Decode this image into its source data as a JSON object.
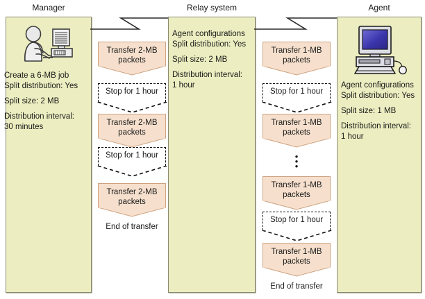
{
  "diagram": {
    "title": "Split distribution flow between Manager, Relay system and Agent",
    "colors": {
      "role_fill": "#ecedc0",
      "role_border": "#8a8a72",
      "step_fill": "#f6e0cd",
      "step_border": "#cda382",
      "stop_border": "#111111",
      "text": "#1a1a1a",
      "monitor_screen": "#3b35ab"
    }
  },
  "columns": {
    "manager": {
      "title": "Manager",
      "icon": "person-at-computer-icon",
      "lines": [
        "Create a 6-MB job",
        "Split distribution: Yes",
        "Split size: 2 MB",
        "Distribution interval:",
        "30 minutes"
      ]
    },
    "relay": {
      "title": "Relay system",
      "lines": [
        "Agent configurations",
        "Split distribution: Yes",
        "Split size: 2 MB",
        "Distribution interval:",
        "1 hour"
      ]
    },
    "agent": {
      "title": "Agent",
      "icon": "desktop-computer-icon",
      "lines": [
        "Agent configurations",
        "Split distribution: Yes",
        "Split size: 1 MB",
        "Distribution interval:",
        "1 hour"
      ]
    }
  },
  "lane_manager_to_relay": {
    "end_label": "End of transfer",
    "steps": [
      {
        "type": "transfer",
        "line1": "Transfer 2-MB",
        "line2": "packets"
      },
      {
        "type": "stop",
        "line1": "Stop for 1 hour"
      },
      {
        "type": "transfer",
        "line1": "Transfer 2-MB",
        "line2": "packets"
      },
      {
        "type": "stop",
        "line1": "Stop for 1 hour"
      },
      {
        "type": "transfer",
        "line1": "Transfer 2-MB",
        "line2": "packets"
      }
    ]
  },
  "lane_relay_to_agent": {
    "end_label": "End of transfer",
    "ellipsis": "⋮",
    "steps": [
      {
        "type": "transfer",
        "line1": "Transfer 1-MB",
        "line2": "packets"
      },
      {
        "type": "stop",
        "line1": "Stop for 1 hour"
      },
      {
        "type": "transfer",
        "line1": "Transfer 1-MB",
        "line2": "packets"
      },
      {
        "type": "ellipsis"
      },
      {
        "type": "transfer",
        "line1": "Transfer 1-MB",
        "line2": "packets"
      },
      {
        "type": "stop",
        "line1": "Stop for 1 hour"
      },
      {
        "type": "transfer",
        "line1": "Transfer 1-MB",
        "line2": "packets"
      }
    ]
  }
}
